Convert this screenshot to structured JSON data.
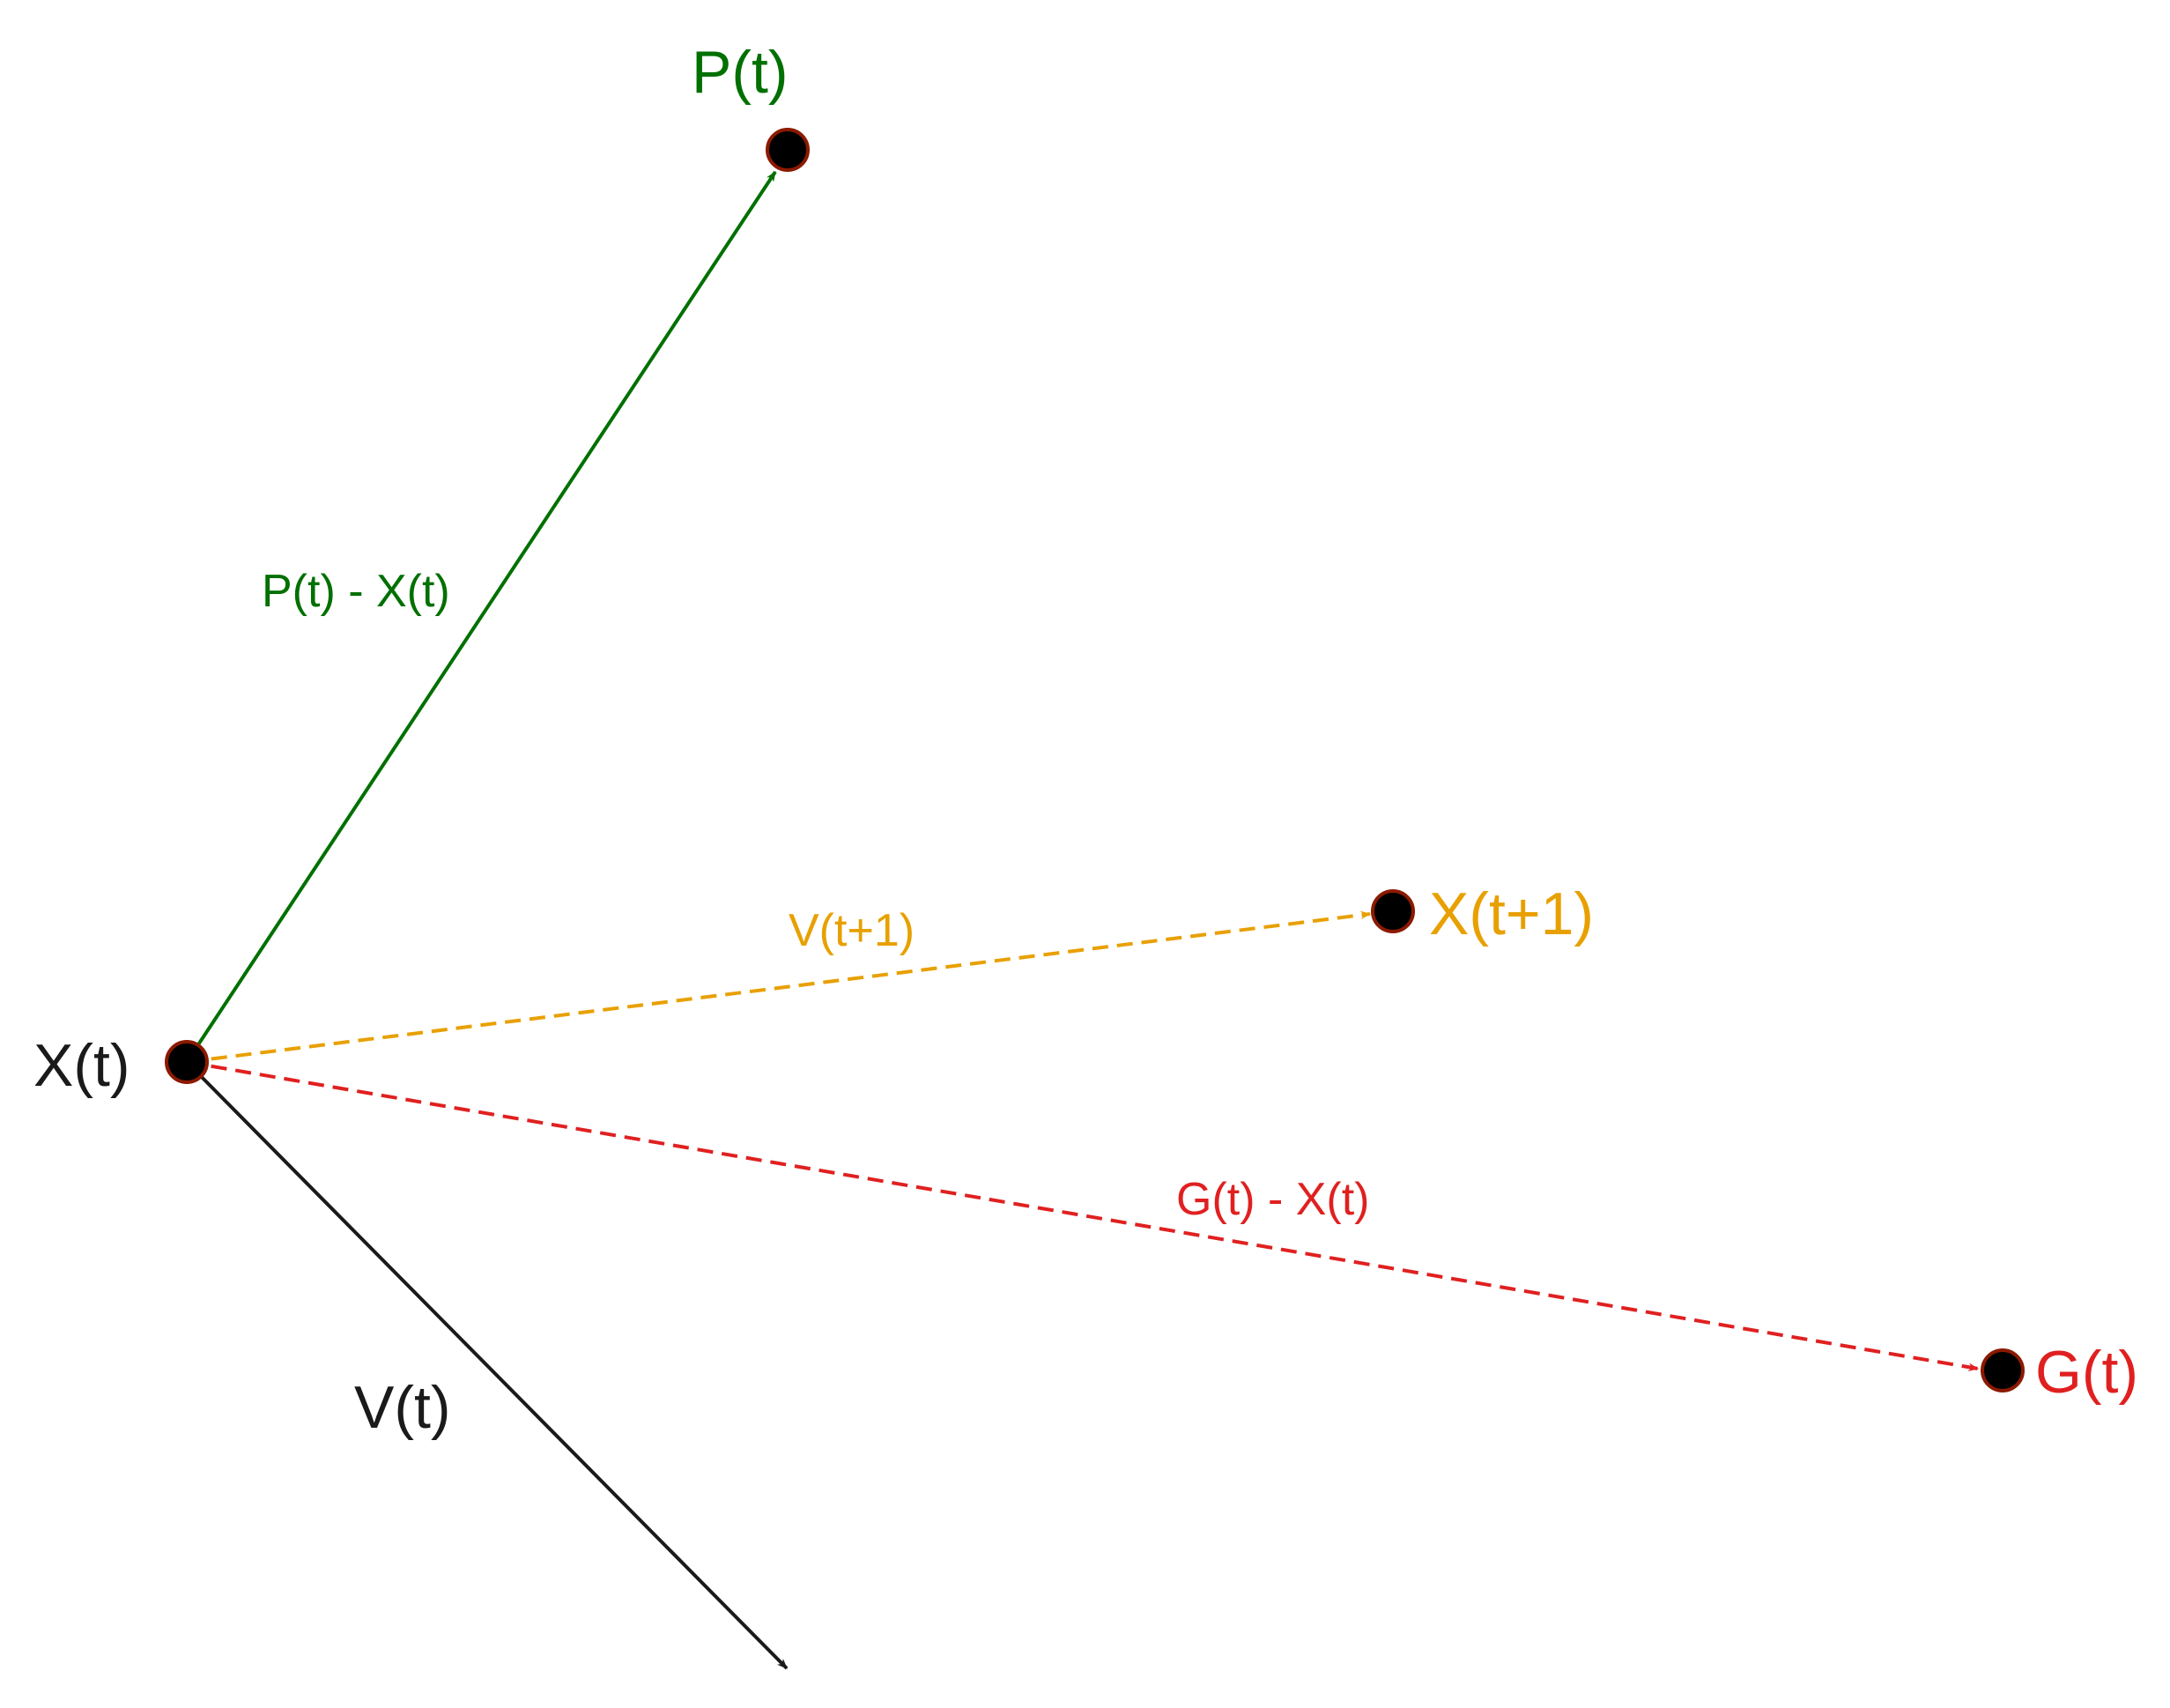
{
  "points": {
    "x_t": {
      "label": "X(t)"
    },
    "p_t": {
      "label": "P(t)"
    },
    "x_t1": {
      "label": "X(t+1)"
    },
    "g_t": {
      "label": "G(t)"
    }
  },
  "vectors": {
    "personal": {
      "label": "P(t) - X(t)"
    },
    "new_velocity": {
      "label": "V(t+1)"
    },
    "global": {
      "label": "G(t) - X(t)"
    },
    "velocity": {
      "label": "V(t)"
    }
  },
  "colors": {
    "personal": "#007000",
    "new_velocity": "#E8A000",
    "global": "#E02020",
    "velocity": "#1a1a1a",
    "point_fill": "#000000",
    "point_stroke": "#8b1a00"
  }
}
